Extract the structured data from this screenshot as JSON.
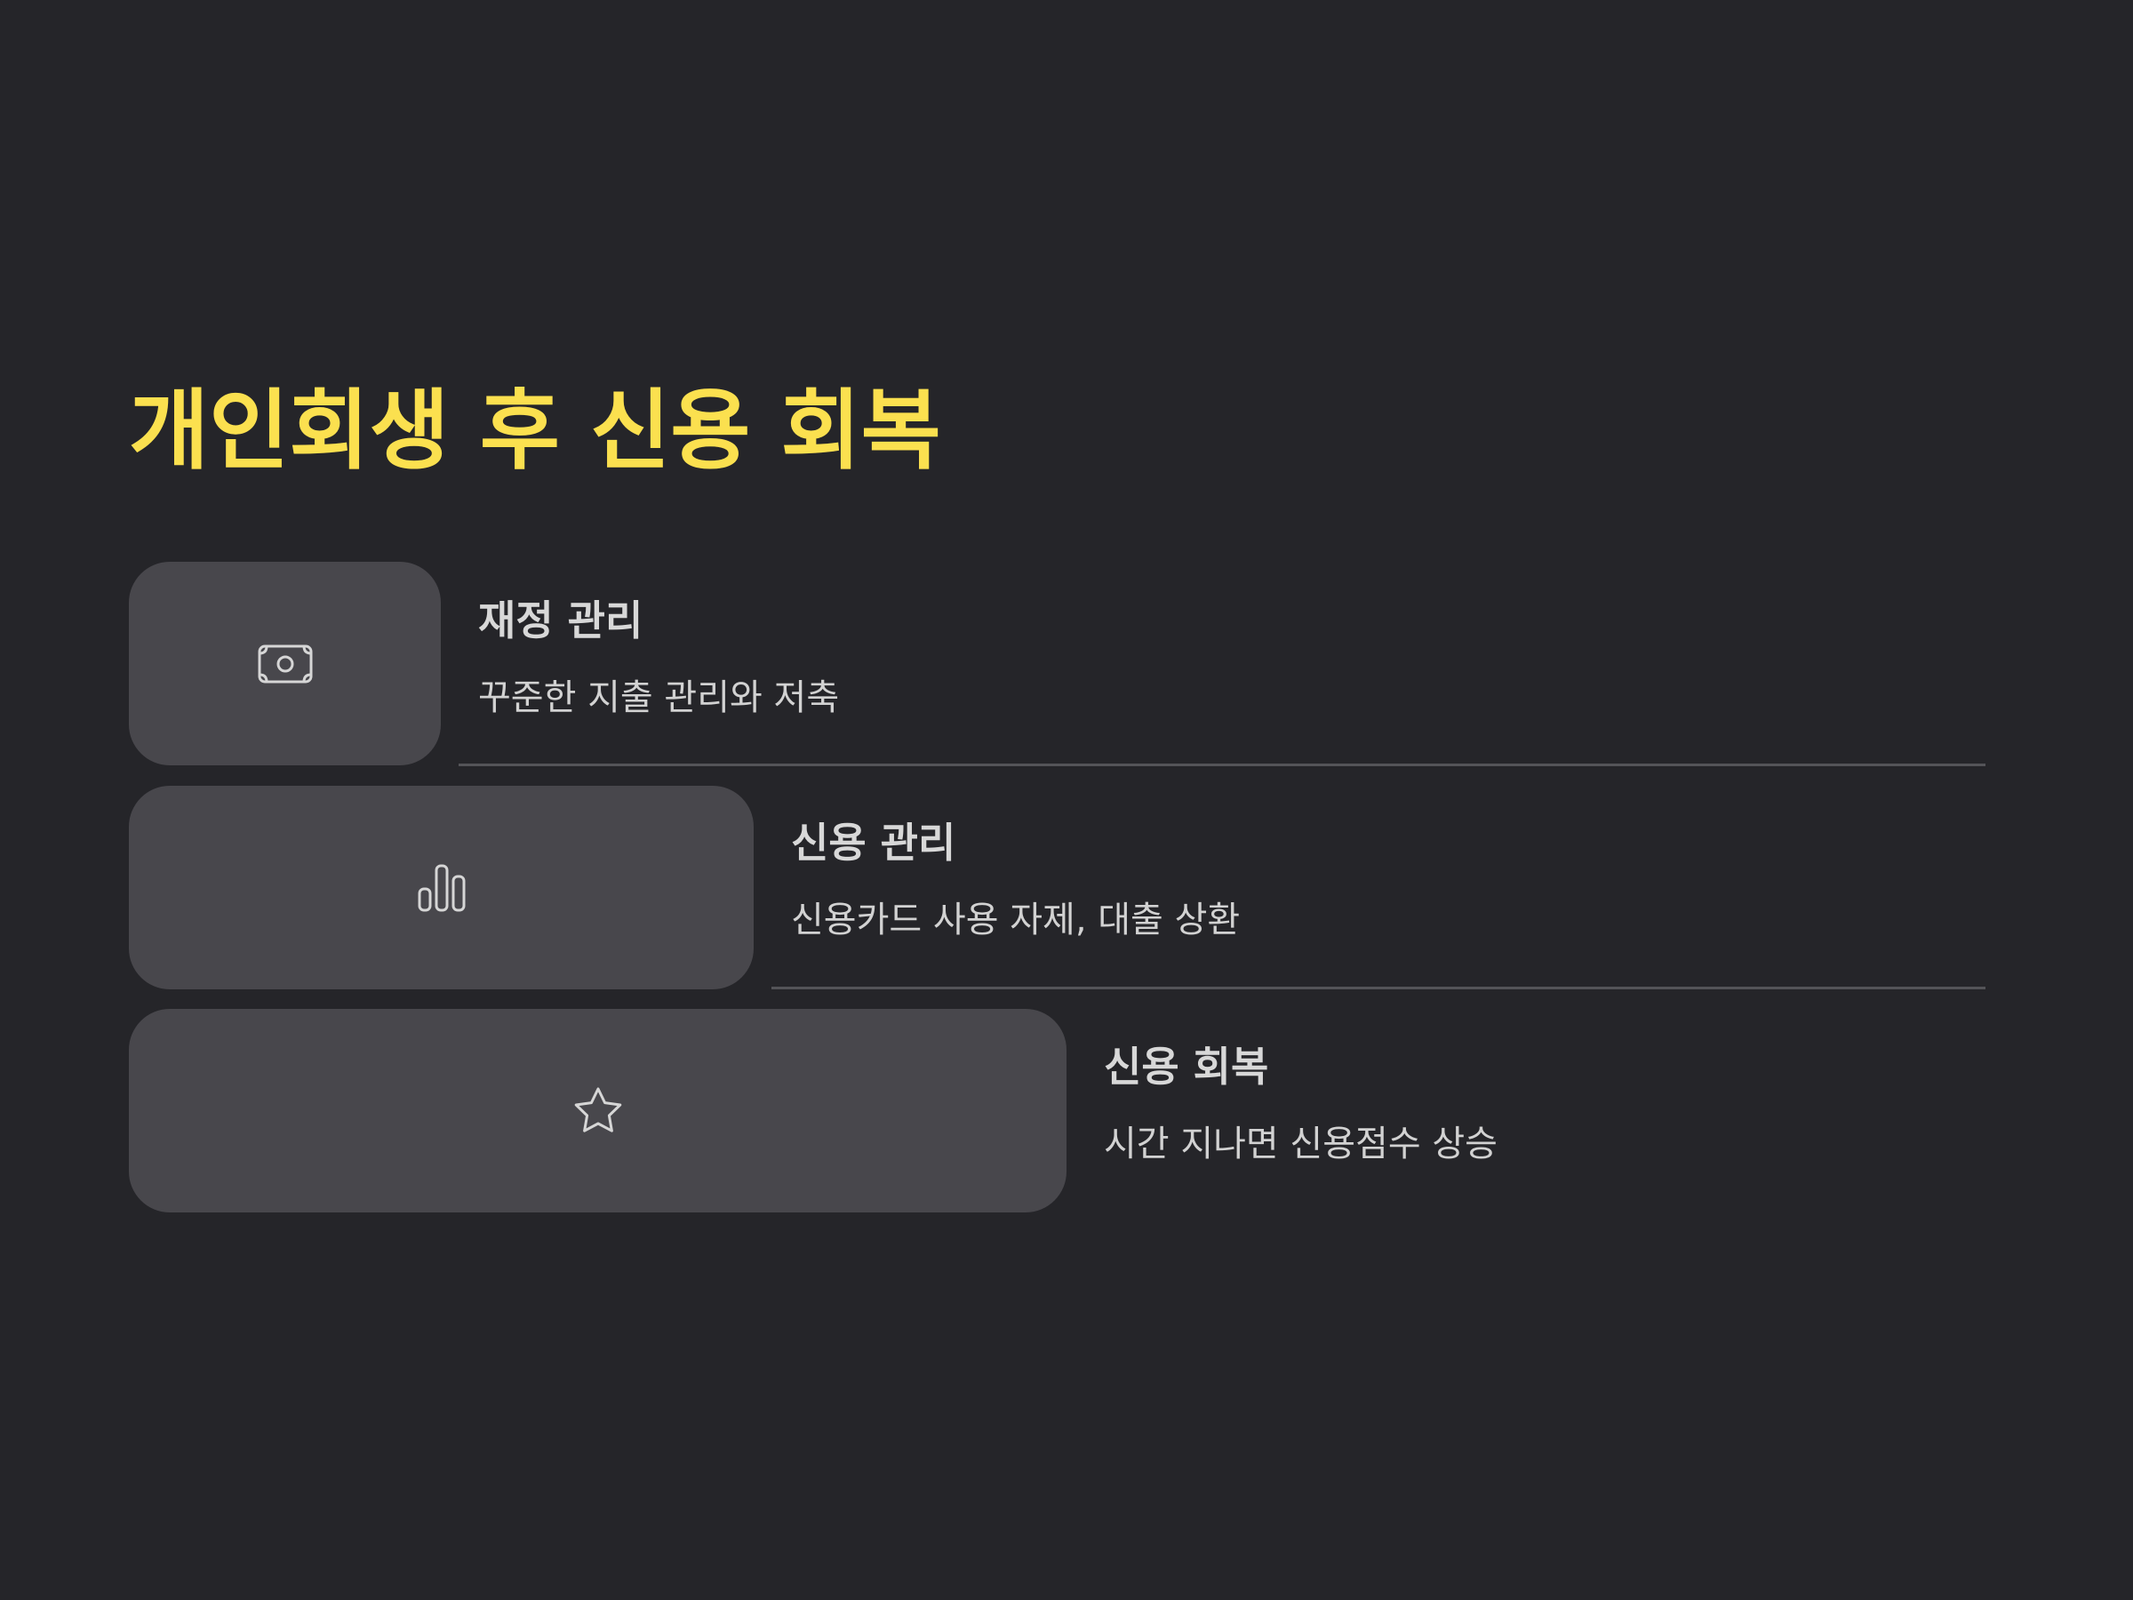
{
  "title": "개인회생 후 신용 회복",
  "steps": [
    {
      "icon": "banknote-icon",
      "heading": "재정 관리",
      "description": "꾸준한 지출 관리와 저축"
    },
    {
      "icon": "bar-chart-icon",
      "heading": "신용 관리",
      "description": "신용카드 사용 자제, 대출 상환"
    },
    {
      "icon": "star-icon",
      "heading": "신용 회복",
      "description": "시간 지나면 신용점수 상승"
    }
  ],
  "colors": {
    "background": "#252529",
    "title": "#fbe04f",
    "box": "#48474c",
    "text": "#d8d8d8",
    "divider": "#545458"
  }
}
